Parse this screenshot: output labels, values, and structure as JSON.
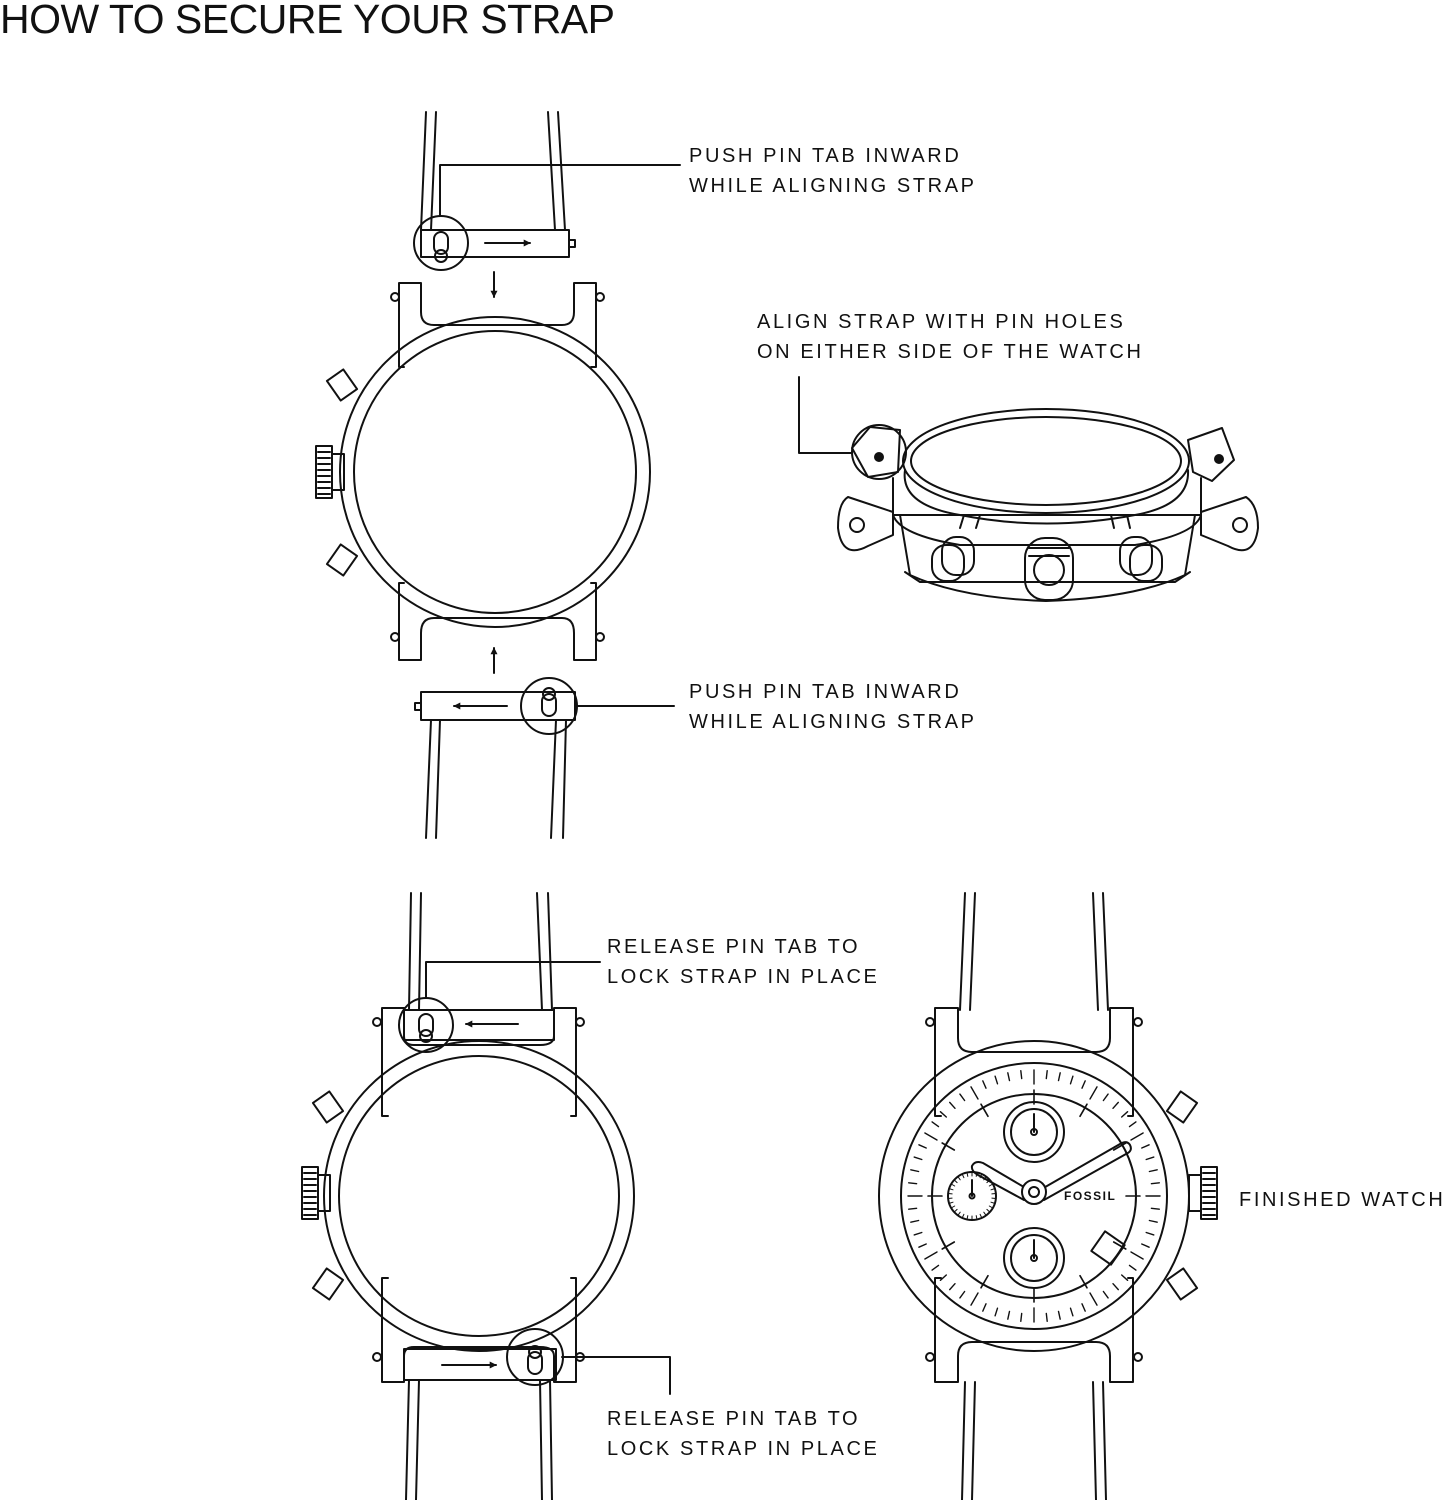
{
  "title": "HOW TO SECURE YOUR STRAP",
  "callouts": {
    "push_top": {
      "line1": "PUSH PIN TAB INWARD",
      "line2": "WHILE ALIGNING STRAP"
    },
    "align": {
      "line1": "ALIGN STRAP WITH PIN HOLES",
      "line2": "ON EITHER SIDE OF THE WATCH"
    },
    "push_bottom": {
      "line1": "PUSH PIN TAB INWARD",
      "line2": "WHILE ALIGNING STRAP"
    },
    "release_top": {
      "line1": "RELEASE PIN TAB TO",
      "line2": "LOCK STRAP IN PLACE"
    },
    "release_bottom": {
      "line1": "RELEASE PIN TAB TO",
      "line2": "LOCK STRAP IN PLACE"
    },
    "finished": {
      "line1": "FINISHED WATCH"
    }
  },
  "dial_brand": "FOSSIL",
  "colors": {
    "ink": "#111111",
    "background": "#ffffff"
  }
}
